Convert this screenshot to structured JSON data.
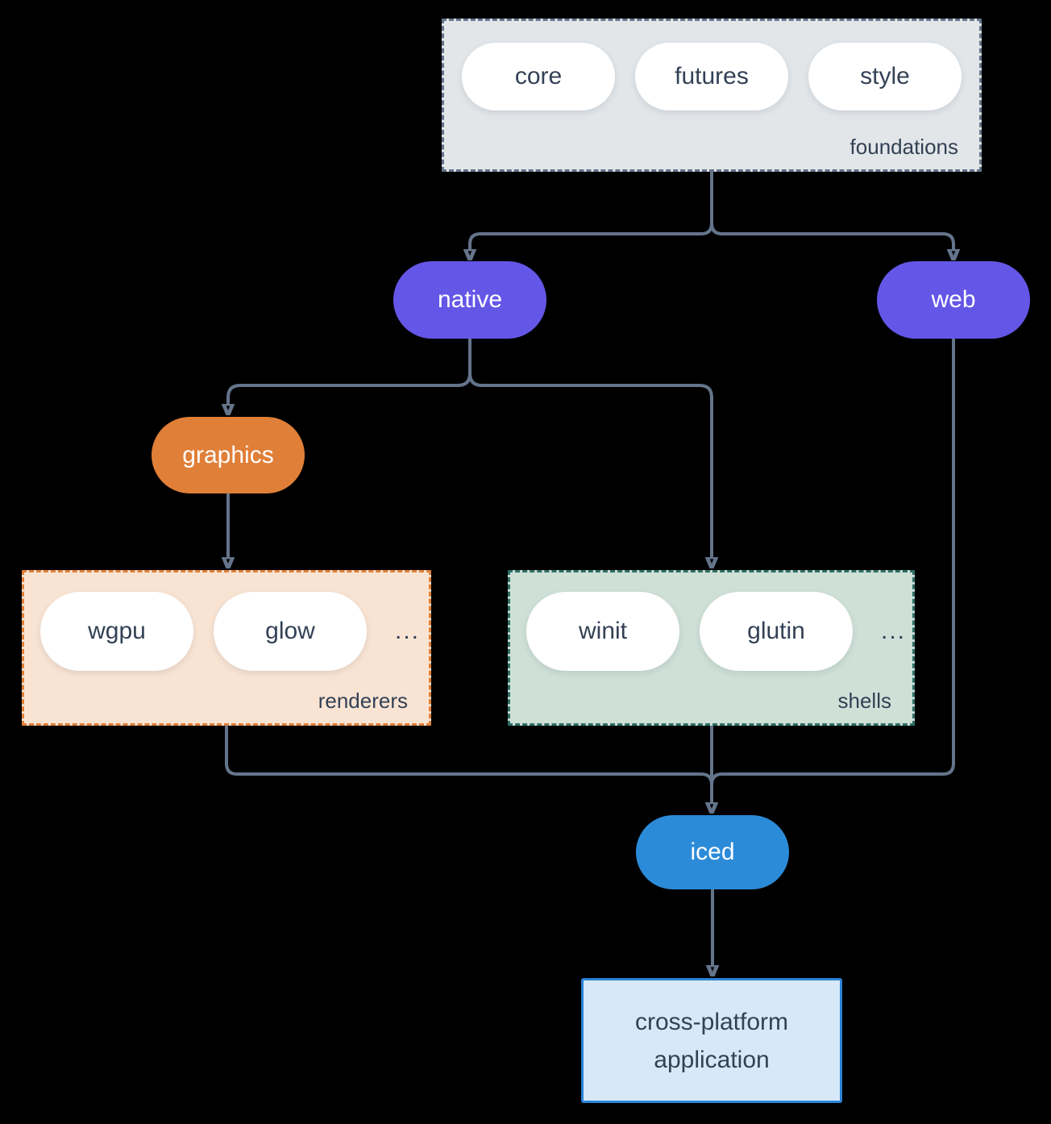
{
  "groups": {
    "foundations": {
      "label": "foundations",
      "items": [
        "core",
        "futures",
        "style"
      ]
    },
    "renderers": {
      "label": "renderers",
      "items": [
        "wgpu",
        "glow"
      ],
      "ellipsis": "..."
    },
    "shells": {
      "label": "shells",
      "items": [
        "winit",
        "glutin"
      ],
      "ellipsis": "..."
    }
  },
  "nodes": {
    "native": {
      "label": "native"
    },
    "web": {
      "label": "web"
    },
    "graphics": {
      "label": "graphics"
    },
    "iced": {
      "label": "iced"
    },
    "application": {
      "label": "cross-platform application"
    }
  },
  "colors": {
    "background": "#000000",
    "connector": "#64748b",
    "purple": "#6456e6",
    "orange": "#e07f38",
    "blue": "#2c8bd9",
    "foundations_fill": "#e2e6e9",
    "foundations_border": "#64748b",
    "renderers_fill": "#f9e4d3",
    "renderers_border": "#e07f38",
    "shells_fill": "#cfe0d7",
    "shells_border": "#2d6e64",
    "application_fill": "#d7e9f8",
    "application_border": "#2c83d6",
    "text_dark": "#334155",
    "text_light": "#ffffff"
  }
}
